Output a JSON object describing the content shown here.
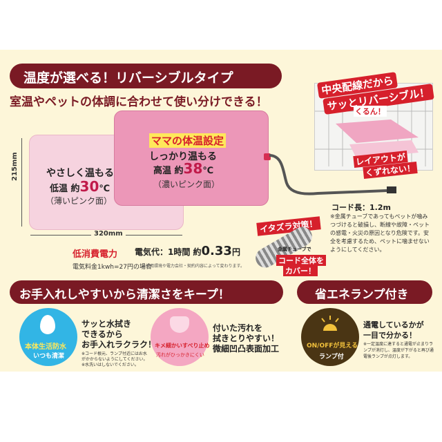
{
  "top_banner": "温度が選べる！リバーシブルタイプ",
  "subtitle": "室温やペットの体調に合わせて使い分けできる！",
  "dimensions": {
    "height": "215mm",
    "width": "320mm"
  },
  "light_side": {
    "line1": "やさしく温もる",
    "prefix": "低温 約",
    "temp": "30",
    "unit": "℃",
    "note": "（薄いピンク面）"
  },
  "dark_side": {
    "title": "ママの体温設定",
    "line1": "しっかり温もる",
    "prefix": "高温 約",
    "temp": "38",
    "unit": "℃",
    "note": "（濃いピンク面）"
  },
  "power": {
    "label": "低消費電力",
    "cost_text": "電気代：1時間 約",
    "cost_value": "0.33",
    "cost_unit": "円",
    "note1": "電気料金1kwh=27円の場合",
    "note2": "※使用環境や電力会社・契約内容によって変わります。"
  },
  "cage": {
    "headline1": "中央配線だから",
    "headline2": "サッとリバーシブル！",
    "flip_text": "くるん！",
    "layout_line1": "レイアウトが",
    "layout_line2": "くずれない！"
  },
  "cord": {
    "length": "コード長：1.2m",
    "desc": "※金属チューブであってもペットが噛みつづけると破損し、断線や故障・ペットの感電・火災の原因となり危険です。安全を考慮するため、ペットに噛ませないようにしてください。"
  },
  "tube": {
    "tag": "イタズラ対策！",
    "label1": "金属チューブで",
    "label2": "コード全体を",
    "label3": "カバー！"
  },
  "section2_banner": "お手入れしやすいから清潔さをキープ！",
  "section3_banner": "省エネランプ付き",
  "waterproof": {
    "badge1": "本体生活防水",
    "badge2": "いつも清潔",
    "line1": "サッと水拭き",
    "line2": "できるから",
    "line3": "お手入れラクラク！",
    "note1": "※コード根元、ランプ付近にはお水",
    "note2": "がかからないようにしてください。",
    "note3": "※水洗いはしないでください。"
  },
  "texture": {
    "badge1": "キメ細かいすべり止め",
    "badge2": "汚れがひっかきにくい",
    "line1": "付いた汚れを",
    "line2": "拭きとりやすい！",
    "line3": "微細凹凸表面加工"
  },
  "lamp": {
    "badge1": "ON/OFFが見える",
    "badge2": "ランプ付",
    "line1": "通電しているかが",
    "line2": "一目で分かる！",
    "note": "※一定温度に達すると通電が止まりランプが消灯し、温度が下がると再び通電後ランプが点灯します。"
  },
  "colors": {
    "panel": "#fdf6d9",
    "banner": "#7a1a24",
    "light_pink": "#f6d3df",
    "dark_pink": "#ec97b8",
    "accent_red": "#d6202c"
  }
}
